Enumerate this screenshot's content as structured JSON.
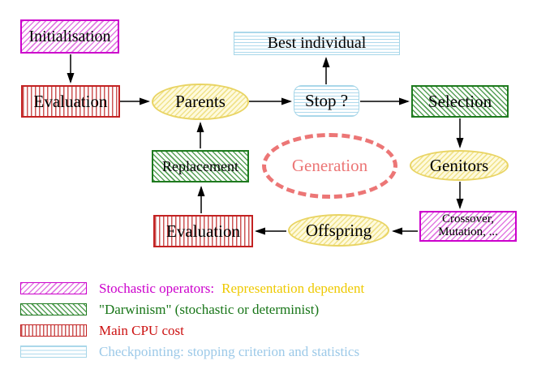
{
  "colors": {
    "magenta": "#cc00cc",
    "magenta-hatch": "#e27ae2",
    "red": "#c32222",
    "red-stripe": "#cc5555",
    "red-text": "#cc1111",
    "green": "#1e7a1e",
    "green-hatch": "#57a057",
    "green-text": "#177517",
    "cyan": "#a6d6e8",
    "cyan-stripe": "#aed9ec",
    "cyan-text": "#9cc9e8",
    "yellow-border": "#e9d463",
    "yellow-fill": "#fefadd",
    "yellow-hatch": "#f0e28a",
    "yellow-text": "#eec900",
    "salmon": "#ec7676"
  },
  "diagram": {
    "nodes": {
      "initialisation": {
        "label": "Initialisation"
      },
      "evaluation_top": {
        "label": "Evaluation"
      },
      "parents": {
        "label": "Parents"
      },
      "best_individual": {
        "label": "Best individual"
      },
      "stop": {
        "label": "Stop ?"
      },
      "selection": {
        "label": "Selection"
      },
      "replacement": {
        "label": "Replacement"
      },
      "generation": {
        "label": "Generation"
      },
      "genitors": {
        "label": "Genitors"
      },
      "evaluation_bottom": {
        "label": "Evaluation"
      },
      "offspring": {
        "label": "Offspring"
      },
      "crossover": {
        "line1": "Crossover,",
        "line2": "Mutation, ..."
      }
    }
  },
  "legend": {
    "items": [
      {
        "pattern": "magenta-diagonal-hatch",
        "label": "Stochastic operators:",
        "label2": "Representation dependent"
      },
      {
        "pattern": "green-diagonal-hatch",
        "label": "\"Darwinism\" (stochastic or determinist)"
      },
      {
        "pattern": "red-vertical-stripes",
        "label": "Main CPU cost"
      },
      {
        "pattern": "cyan-horizontal-stripes",
        "label": "Checkpointing: stopping criterion and statistics"
      }
    ]
  }
}
